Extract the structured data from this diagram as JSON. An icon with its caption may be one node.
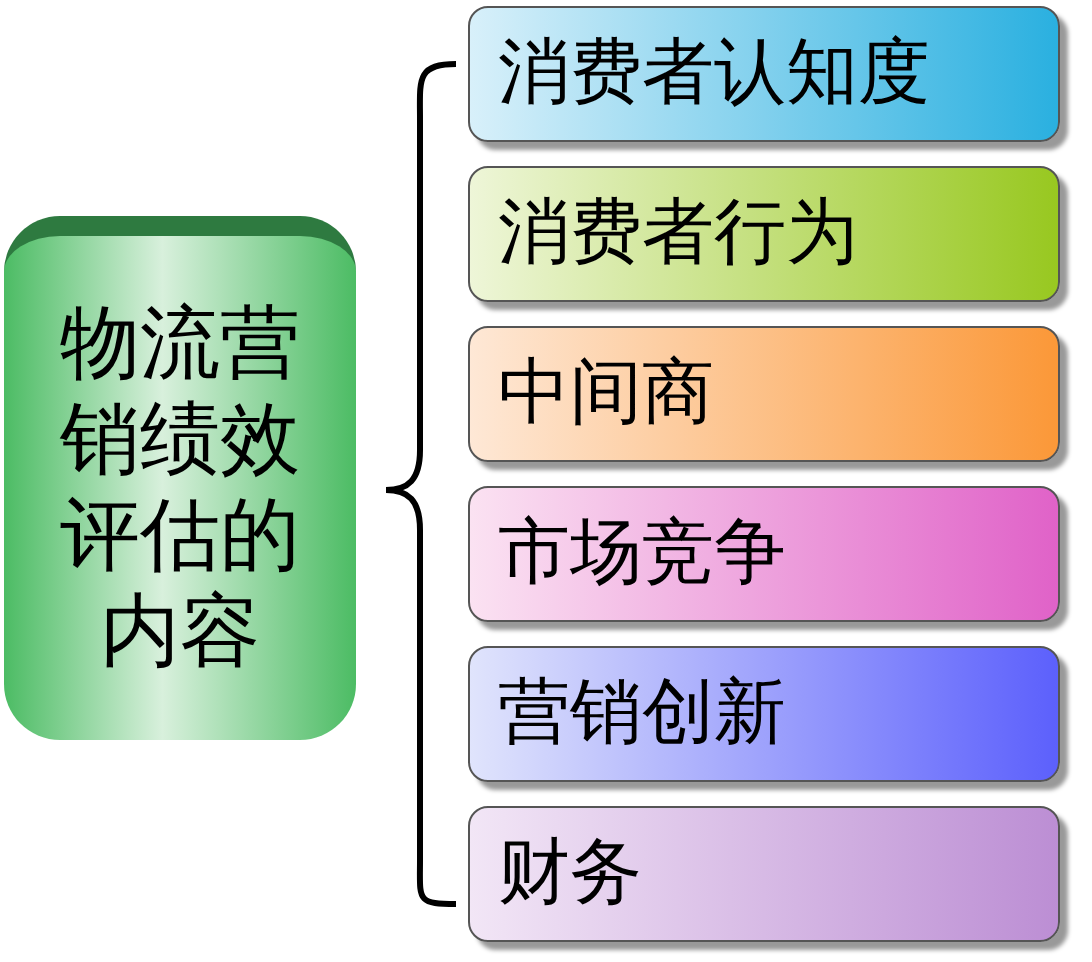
{
  "diagram": {
    "nodes": [
      {
        "text": [
          "物流营销绩效评估的内容"
        ]
      },
      {
        "text": [
          "消费者认知度"
        ]
      },
      {
        "text": [
          "消费者行为"
        ]
      },
      {
        "text": [
          "中间商"
        ]
      },
      {
        "text": [
          "市场竞争"
        ]
      },
      {
        "text": [
          "营销创新"
        ]
      },
      {
        "text": [
          "财务"
        ]
      }
    ]
  }
}
